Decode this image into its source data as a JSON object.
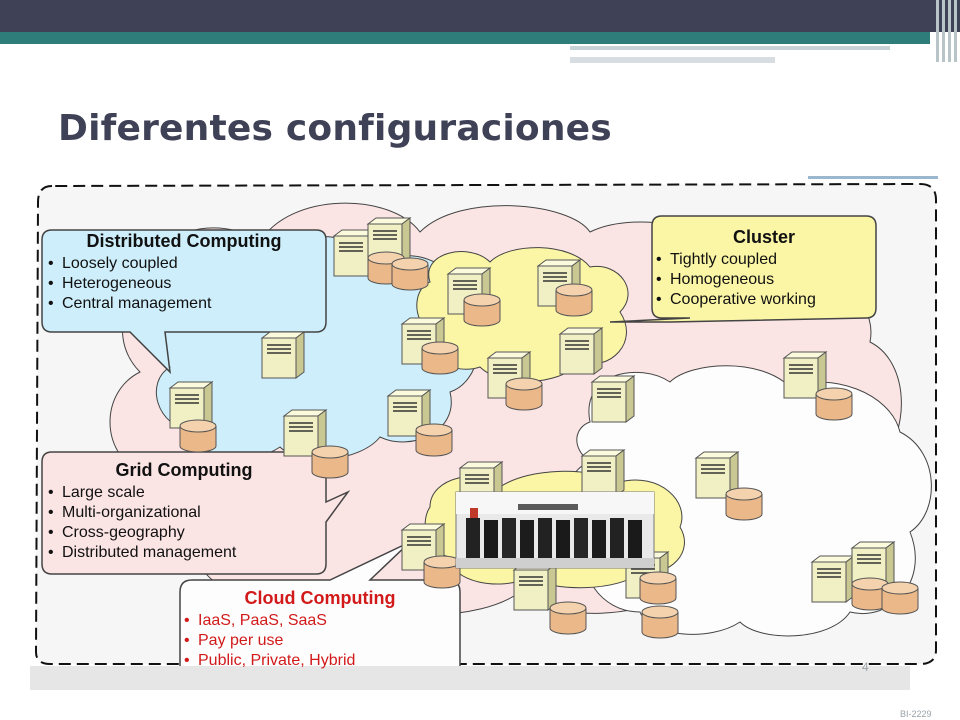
{
  "slide": {
    "title": "Diferentes configuraciones",
    "page_number": "4",
    "corner_code": "BI-2229"
  },
  "diagram": {
    "callouts": {
      "distributed": {
        "title": "Distributed Computing",
        "items": [
          "Loosely coupled",
          "Heterogeneous",
          "Central management"
        ]
      },
      "cluster": {
        "title": "Cluster",
        "items": [
          "Tightly coupled",
          "Homogeneous",
          "Cooperative working"
        ]
      },
      "grid": {
        "title": "Grid Computing",
        "items": [
          "Large scale",
          "Multi-organizational",
          "Cross-geography",
          "Distributed management"
        ]
      },
      "cloud": {
        "title": "Cloud Computing",
        "items": [
          "IaaS, PaaS, SaaS",
          "Pay per use",
          "Public, Private, Hybrid"
        ]
      }
    },
    "colors": {
      "distributed_fill": "#cdeefa",
      "cluster_fill": "#fbf6a6",
      "grid_fill": "#fbe4e4",
      "cloud_fill": "#fdfdfd",
      "cloud_text": "#d21a1a",
      "server_fill": "#f1f0c4",
      "server_stroke": "#555555",
      "title_color": "#3f4156",
      "header_bar": "#3f4156",
      "accent_teal": "#2f7d7b"
    },
    "icons": {
      "servers": "server-tower-icon",
      "storage": "database-cylinder-icon",
      "datacenter": "datacenter-photo"
    }
  }
}
